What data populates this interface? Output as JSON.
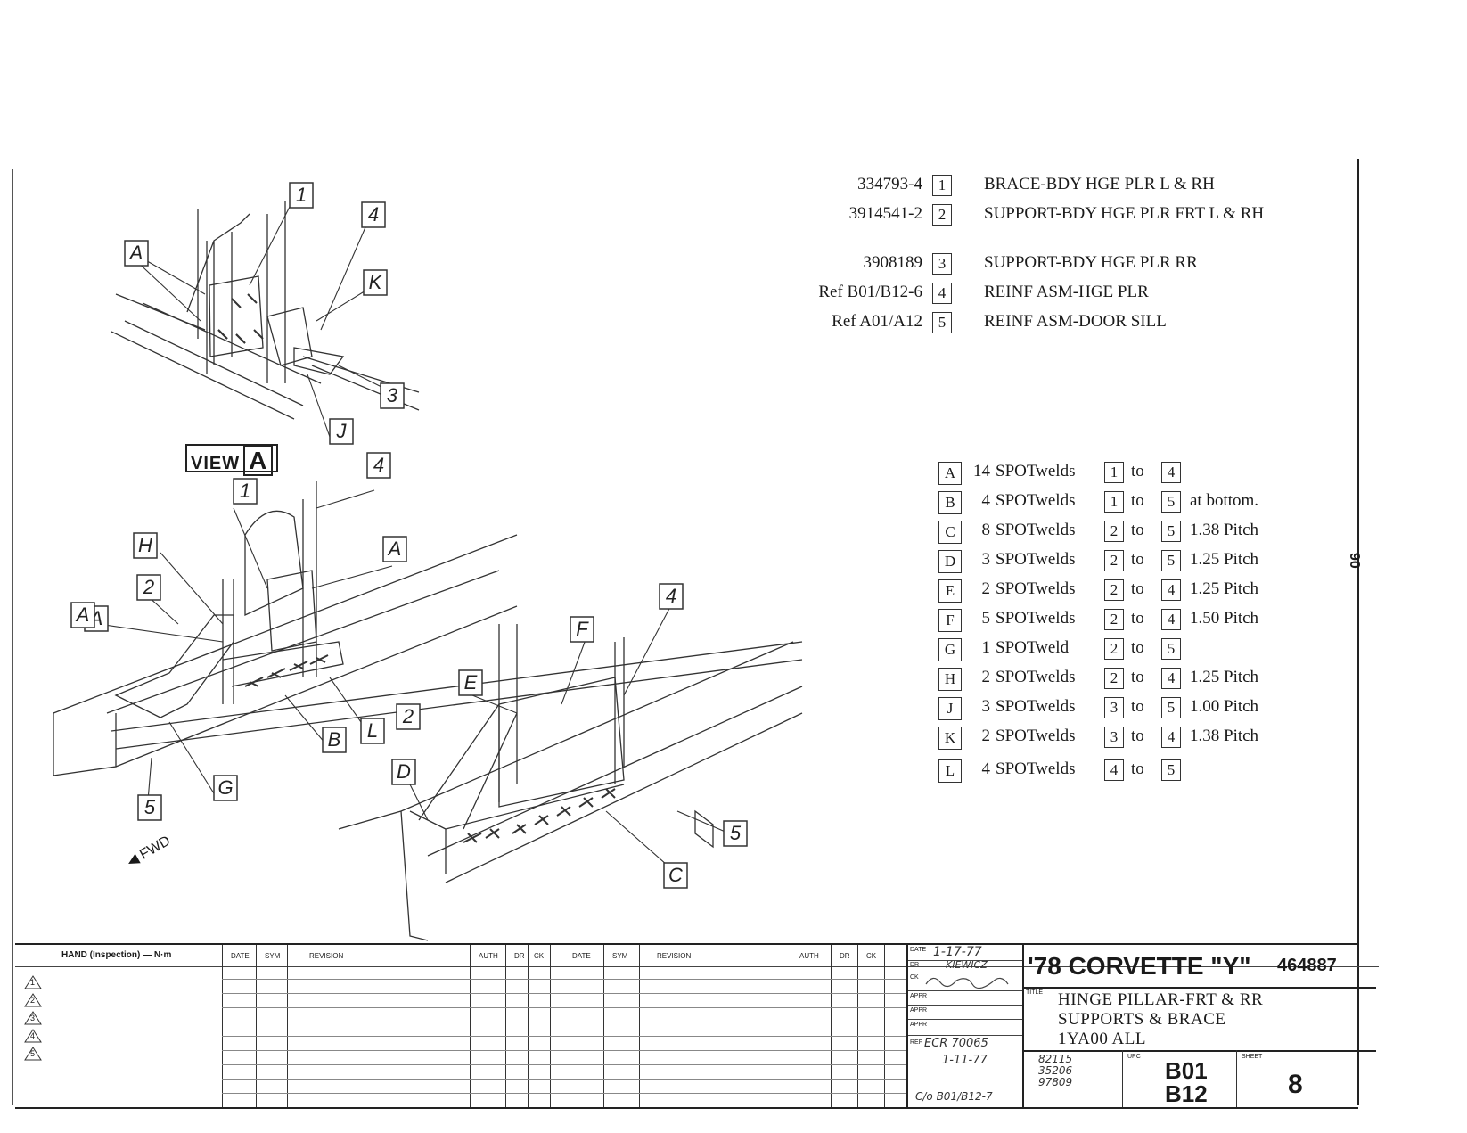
{
  "page_number": "90",
  "parts": [
    {
      "part_no": "334793-4",
      "key": "1",
      "desc": "BRACE-BDY HGE PLR L & RH"
    },
    {
      "part_no": "3914541-2",
      "key": "2",
      "desc": "SUPPORT-BDY HGE PLR FRT L & RH"
    },
    {
      "part_no": "3908189",
      "key": "3",
      "desc": "SUPPORT-BDY HGE PLR RR"
    },
    {
      "part_no": "Ref B01/B12-6",
      "key": "4",
      "desc": "REINF ASM-HGE PLR"
    },
    {
      "part_no": "Ref A01/A12",
      "key": "5",
      "desc": "REINF ASM-DOOR SILL"
    }
  ],
  "welds": [
    {
      "key": "A",
      "count": "14",
      "type": "SPOTwelds",
      "from": "1",
      "to": "4",
      "note": ""
    },
    {
      "key": "B",
      "count": "4",
      "type": "SPOTwelds",
      "from": "1",
      "to": "5",
      "note": "at bottom."
    },
    {
      "key": "C",
      "count": "8",
      "type": "SPOTwelds",
      "from": "2",
      "to": "5",
      "note": "1.38 Pitch"
    },
    {
      "key": "D",
      "count": "3",
      "type": "SPOTwelds",
      "from": "2",
      "to": "5",
      "note": "1.25 Pitch"
    },
    {
      "key": "E",
      "count": "2",
      "type": "SPOTwelds",
      "from": "2",
      "to": "4",
      "note": "1.25 Pitch"
    },
    {
      "key": "F",
      "count": "5",
      "type": "SPOTwelds",
      "from": "2",
      "to": "4",
      "note": "1.50 Pitch"
    },
    {
      "key": "G",
      "count": "1",
      "type": "SPOTweld",
      "from": "2",
      "to": "5",
      "note": ""
    },
    {
      "key": "H",
      "count": "2",
      "type": "SPOTwelds",
      "from": "2",
      "to": "4",
      "note": "1.25 Pitch"
    },
    {
      "key": "J",
      "count": "3",
      "type": "SPOTwelds",
      "from": "3",
      "to": "5",
      "note": "1.00 Pitch"
    },
    {
      "key": "K",
      "count": "2",
      "type": "SPOTwelds",
      "from": "3",
      "to": "4",
      "note": "1.38 Pitch"
    },
    {
      "key": "L",
      "count": "4",
      "type": "SPOTwelds",
      "from": "4",
      "to": "5",
      "note": ""
    }
  ],
  "weld_connector": "to",
  "drawing": {
    "view_label": "VIEW",
    "view_letter": "A",
    "fwd_label": "FWD",
    "callouts": {
      "view_a": [
        "A",
        "1",
        "4",
        "K",
        "3",
        "J"
      ],
      "front": [
        "H",
        "1",
        "4",
        "2",
        "A",
        "A",
        "B",
        "L",
        "G",
        "5",
        "A"
      ],
      "rear": [
        "F",
        "4",
        "E",
        "2",
        "D",
        "C",
        "5"
      ]
    }
  },
  "title_block": {
    "hand_label": "HAND (Inspection) — N·m",
    "revision_headers": [
      "DATE",
      "SYM",
      "REVISION",
      "AUTH",
      "DR",
      "CK",
      "DATE",
      "SYM",
      "REVISION",
      "AUTH",
      "DR",
      "CK"
    ],
    "revision_symbols": [
      "1",
      "2",
      "3",
      "4",
      "5"
    ],
    "date_handwritten": "1-17-77",
    "drawn_handwritten": "KIEWICZ",
    "ref_handwritten": "ECR 70065",
    "ref_date_handwritten": "1-11-77",
    "co_handwritten": "C/o B01/B12-7",
    "codes_handwritten": [
      "82115",
      "35206",
      "97809"
    ],
    "small_labels": {
      "date": "DATE",
      "drawn": "DR",
      "ck": "CK",
      "aprs": [
        "APPR",
        "APPR",
        "APPR"
      ],
      "ref": "REF",
      "title": "TITLE",
      "upc": "UPC",
      "sheet": "SHEET"
    },
    "vehicle": "'78 CORVETTE \"Y\"",
    "drawing_no": "464887",
    "title_lines": [
      "HINGE PILLAR-FRT & RR",
      "SUPPORTS & BRACE",
      "1YA00  ALL"
    ],
    "upc_codes": [
      "B01",
      "B12"
    ],
    "sheet": "8"
  }
}
